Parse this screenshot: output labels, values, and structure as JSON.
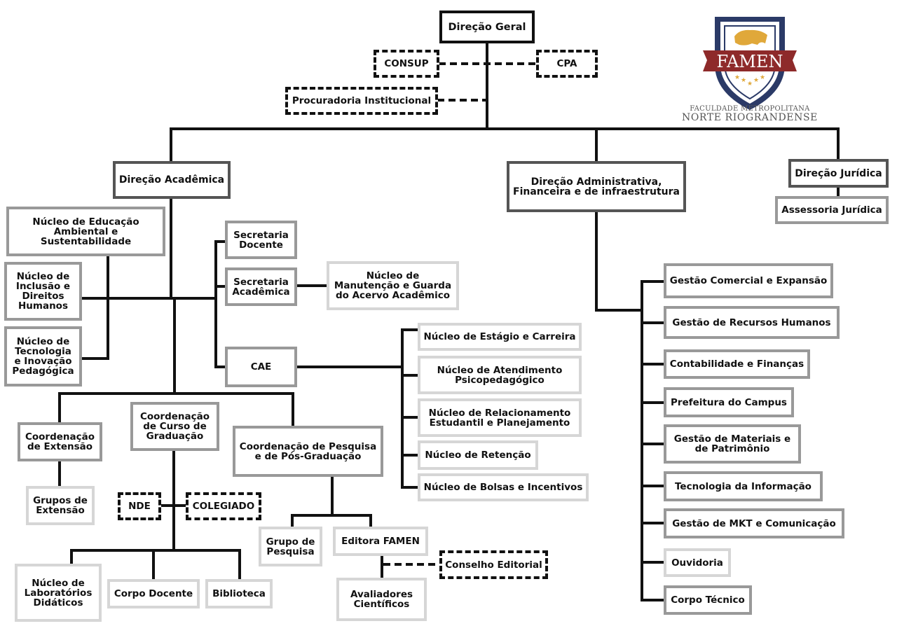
{
  "logo": {
    "name": "FAMEN",
    "subtitle_line1": "FACULDADE METROPOLITANA",
    "subtitle_line2": "NORTE RIOGRANDENSE",
    "colors": {
      "shield_navy": "#2b3a67",
      "banner_red": "#8e2a2a",
      "gold": "#e0a83a"
    }
  },
  "nodes": {
    "direcao_geral": "Direção Geral",
    "consup": "CONSUP",
    "cpa": "CPA",
    "procuradoria": "Procuradoria Institucional",
    "direcao_academica": "Direção Acadêmica",
    "direcao_administrativa": "Direção Administrativa,\nFinanceira e de infraestrutura",
    "direcao_juridica": "Direção Jurídica",
    "assessoria_juridica": "Assessoria Jurídica",
    "nucleo_educacao_ambiental": "Núcleo de Educação\nAmbiental e\nSustentabilidade",
    "nucleo_inclusao": "Núcleo de\nInclusão e\nDireitos\nHumanos",
    "nucleo_tecnologia": "Núcleo de\nTecnologia\ne Inovação\nPedagógica",
    "secretaria_docente": "Secretaria\nDocente",
    "secretaria_academica": "Secretaria\nAcadêmica",
    "nucleo_acervo": "Núcleo de\nManutenção e Guarda\ndo Acervo Acadêmico",
    "cae": "CAE",
    "nucleo_estagio": "Núcleo de Estágio e Carreira",
    "nucleo_atendimento": "Núcleo de Atendimento\nPsicopedagógico",
    "nucleo_relacionamento": "Núcleo de Relacionamento\nEstudantil e Planejamento",
    "nucleo_retencao": "Núcleo de Retenção",
    "nucleo_bolsas": "Núcleo de Bolsas e Incentivos",
    "coord_extensao": "Coordenação\nde Extensão",
    "coord_graduacao": "Coordenação\nde Curso de\nGraduação",
    "coord_pesquisa": "Coordenação de Pesquisa\ne de Pós-Graduação",
    "grupos_extensao": "Grupos de\nExtensão",
    "nde": "NDE",
    "colegiado": "COLEGIADO",
    "nucleo_laboratorios": "Núcleo de\nLaboratórios\nDidáticos",
    "corpo_docente": "Corpo Docente",
    "biblioteca": "Biblioteca",
    "grupo_pesquisa": "Grupo de\nPesquisa",
    "editora": "Editora FAMEN",
    "conselho_editorial": "Conselho Editorial",
    "avaliadores": "Avaliadores\nCientíficos",
    "gestao_comercial": "Gestão Comercial e Expansão",
    "gestao_rh": "Gestão de Recursos Humanos",
    "contabilidade": "Contabilidade e Finanças",
    "prefeitura": "Prefeitura do Campus",
    "gestao_materiais": "Gestão de Materiais e\nde Patrimônio",
    "ti": "Tecnologia da Informação",
    "gestao_mkt": "Gestão de MKT e Comunicação",
    "ouvidoria": "Ouvidoria",
    "corpo_tecnico": "Corpo Técnico"
  }
}
